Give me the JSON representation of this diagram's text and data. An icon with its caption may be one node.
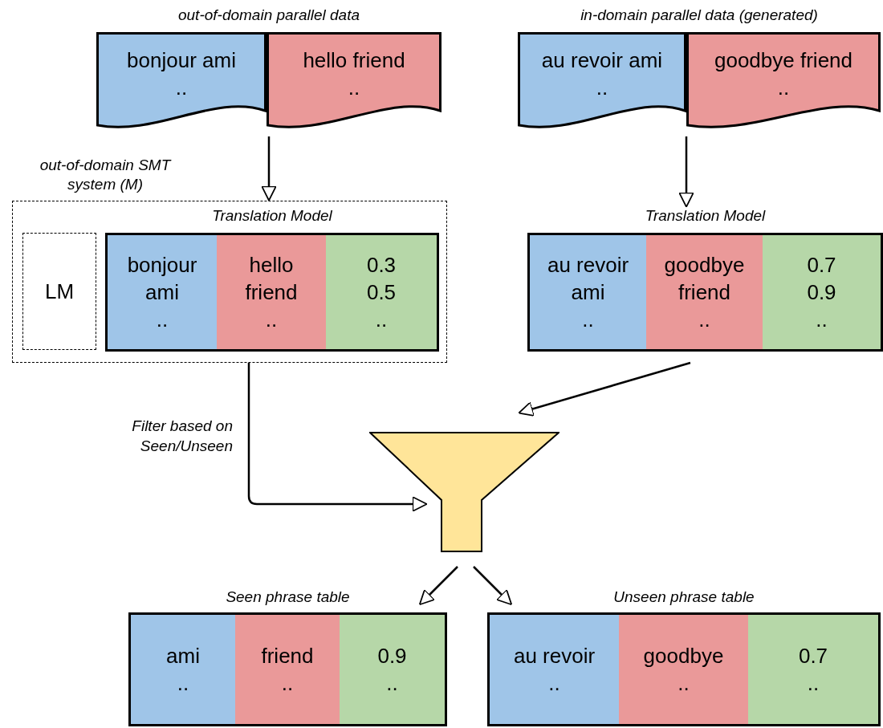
{
  "diagram": {
    "nodes": [
      {
        "text": [
          "out-of-domain parallel data"
        ]
      },
      {
        "text": [
          "bonjour ami",
          ".."
        ],
        "in": 0
      },
      {
        "text": [
          "hello friend",
          ".."
        ],
        "in": 0
      },
      {
        "text": [
          "in-domain parallel data (generated)"
        ]
      },
      {
        "text": [
          "au revoir ami",
          ".."
        ],
        "in": 3
      },
      {
        "text": [
          "goodbye friend",
          ".."
        ],
        "in": 3
      },
      {
        "text": [
          "out-of-domain SMT system (M)"
        ]
      },
      {
        "text": [
          "LM"
        ],
        "in": 6
      },
      {
        "text": [
          "Translation Model"
        ],
        "in": 6
      },
      {
        "text": [
          "bonjour ami",
          ".."
        ],
        "in": 8
      },
      {
        "text": [
          "hello friend",
          ".."
        ],
        "in": 8
      },
      {
        "text": [
          "0.3",
          "0.5",
          ".."
        ],
        "in": 8
      },
      {
        "text": [
          "Translation Model"
        ]
      },
      {
        "text": [
          "au revoir ami",
          ".."
        ],
        "in": 12
      },
      {
        "text": [
          "goodbye friend",
          ".."
        ],
        "in": 12
      },
      {
        "text": [
          "0.7",
          "0.9",
          ".."
        ],
        "in": 12
      },
      {
        "text": [],
        "shape": "funnel"
      },
      {
        "text": [
          "Seen phrase table"
        ]
      },
      {
        "text": [
          "ami",
          ".."
        ],
        "in": 17
      },
      {
        "text": [
          "friend",
          ".."
        ],
        "in": 17
      },
      {
        "text": [
          "0.9",
          ".."
        ],
        "in": 17
      },
      {
        "text": [
          "Unseen phrase table"
        ]
      },
      {
        "text": [
          "au revoir",
          ".."
        ],
        "in": 21
      },
      {
        "text": [
          "goodbye",
          ".."
        ],
        "in": 21
      },
      {
        "text": [
          "0.7",
          ".."
        ],
        "in": 21
      }
    ],
    "edges": [
      {
        "from": 0,
        "to": 6,
        "arrow": "to"
      },
      {
        "from": 3,
        "to": 12,
        "arrow": "to"
      },
      {
        "from": 6,
        "to": 16,
        "arrow": "to",
        "label": "Filter based on Seen/Unseen"
      },
      {
        "from": 12,
        "to": 16,
        "arrow": "to"
      },
      {
        "from": 16,
        "to": 17,
        "arrow": "to"
      },
      {
        "from": 16,
        "to": 21,
        "arrow": "to"
      }
    ]
  }
}
